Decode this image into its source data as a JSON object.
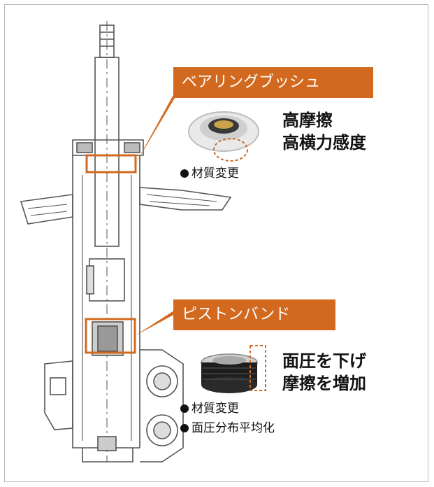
{
  "labels": {
    "bearing_bush": "ベアリングブッシュ",
    "piston_band": "ピストンバンド"
  },
  "bearing_effects": {
    "line1": "高摩擦",
    "line2": "高横力感度"
  },
  "bearing_notes": {
    "item1": "材質変更"
  },
  "piston_effects": {
    "line1": "面圧を下げ",
    "line2": "摩擦を増加"
  },
  "piston_notes": {
    "item1": "材質変更",
    "item2": "面圧分布平均化"
  },
  "watermark": "",
  "colors": {
    "accent": "#d2691e",
    "line": "#555555",
    "text": "#111111"
  }
}
